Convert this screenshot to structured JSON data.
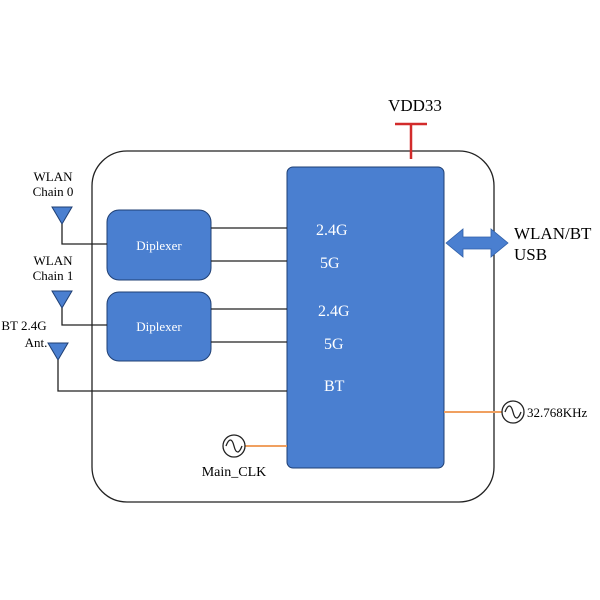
{
  "power": {
    "label": "VDD33"
  },
  "antennas": [
    {
      "line1": "WLAN",
      "line2": "Chain 0"
    },
    {
      "line1": "WLAN",
      "line2": "Chain 1"
    },
    {
      "line1": "BT 2.4G",
      "line2": "Ant."
    }
  ],
  "diplexers": [
    {
      "label": "Diplexer"
    },
    {
      "label": "Diplexer"
    }
  ],
  "chip": {
    "ports": [
      "2.4G",
      "5G",
      "2.4G",
      "5G",
      "BT"
    ]
  },
  "interface": {
    "line1": "WLAN/BT",
    "line2": "USB"
  },
  "clocks": {
    "main": "Main_CLK",
    "rtc": "32.768KHz"
  },
  "colors": {
    "block_fill": "#4a7fd0",
    "block_stroke": "#1f3f73",
    "power_red": "#d22b2b",
    "clock_orange": "#f0a060",
    "arrow_blue": "#4a7fd0"
  }
}
